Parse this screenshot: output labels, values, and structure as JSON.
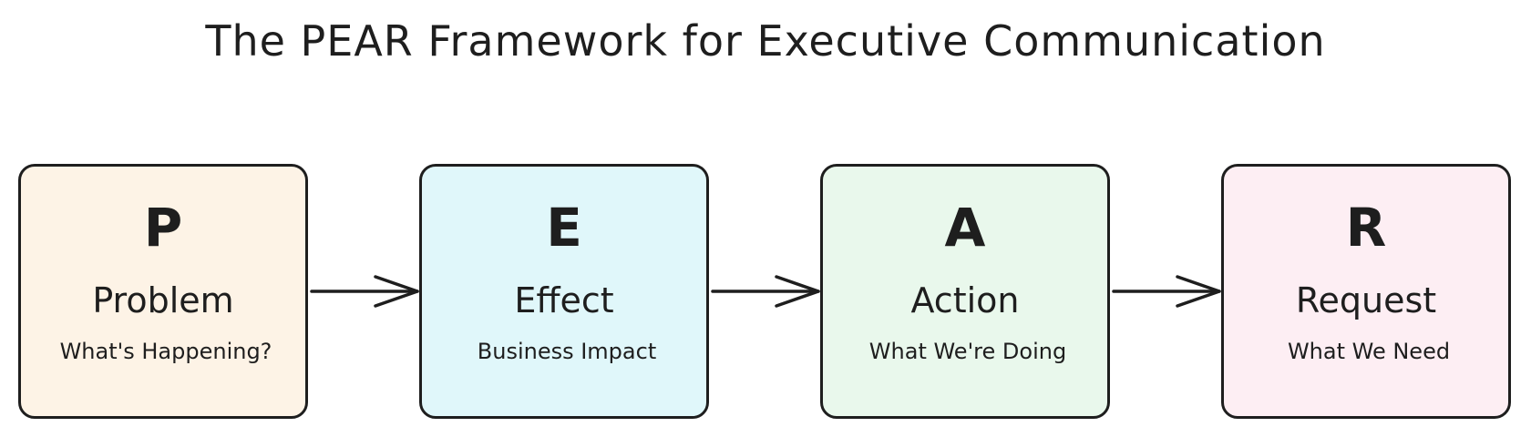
{
  "title": "The PEAR Framework for Executive Communication",
  "steps": [
    {
      "letter": "P",
      "name": "Problem",
      "description": "What's Happening?",
      "color": "#fdf3e6"
    },
    {
      "letter": "E",
      "name": "Effect",
      "description": "Business Impact",
      "color": "#e0f7fa"
    },
    {
      "letter": "A",
      "name": "Action",
      "description": "What We're Doing",
      "color": "#e9f8ec"
    },
    {
      "letter": "R",
      "name": "Request",
      "description": "What We Need",
      "color": "#fdeef3"
    }
  ],
  "connectors": [
    {
      "from": "P",
      "to": "E"
    },
    {
      "from": "E",
      "to": "A"
    },
    {
      "from": "A",
      "to": "R"
    }
  ]
}
